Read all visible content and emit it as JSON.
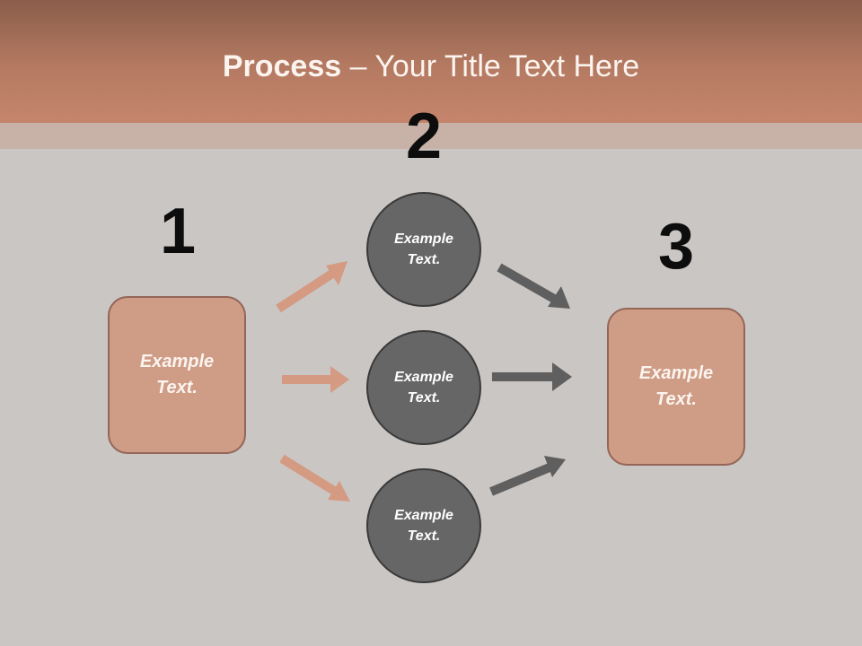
{
  "title": {
    "bold": "Process",
    "rest": " – Your Title Text Here"
  },
  "steps": {
    "one": "1",
    "two": "2",
    "three": "3"
  },
  "nodes": {
    "left_box": "Example\nText.",
    "circle_top": "Example\nText.",
    "circle_middle": "Example\nText.",
    "circle_bottom": "Example\nText.",
    "right_box": "Example\nText."
  },
  "colors": {
    "background": "#cac6c3",
    "header": "#b57a62",
    "box_fill": "#cf9c86",
    "circle_fill": "#666666",
    "arrow_light": "#d49a82",
    "arrow_dark": "#5f5f5f"
  }
}
